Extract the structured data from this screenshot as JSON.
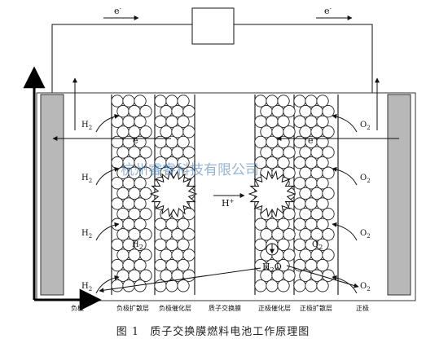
{
  "labels": {
    "electron": "e",
    "electron_sup": "-",
    "h2": "H",
    "h2_sub": "2",
    "o2": "O",
    "o2_sub": "2",
    "proton": "H",
    "proton_sup": "+",
    "water": "H",
    "water_sub": "2",
    "water_tail": "O"
  },
  "watermark": "杭州睿睿科技有限公司",
  "bottom_labels": [
    "负极",
    "负极扩散层",
    "负极催化层",
    "质子交换膜",
    "正极催化层",
    "正极扩散层",
    "正极"
  ],
  "caption": {
    "figure_no": "图 1",
    "title": "质子交换膜燃料电池工作原理图"
  }
}
